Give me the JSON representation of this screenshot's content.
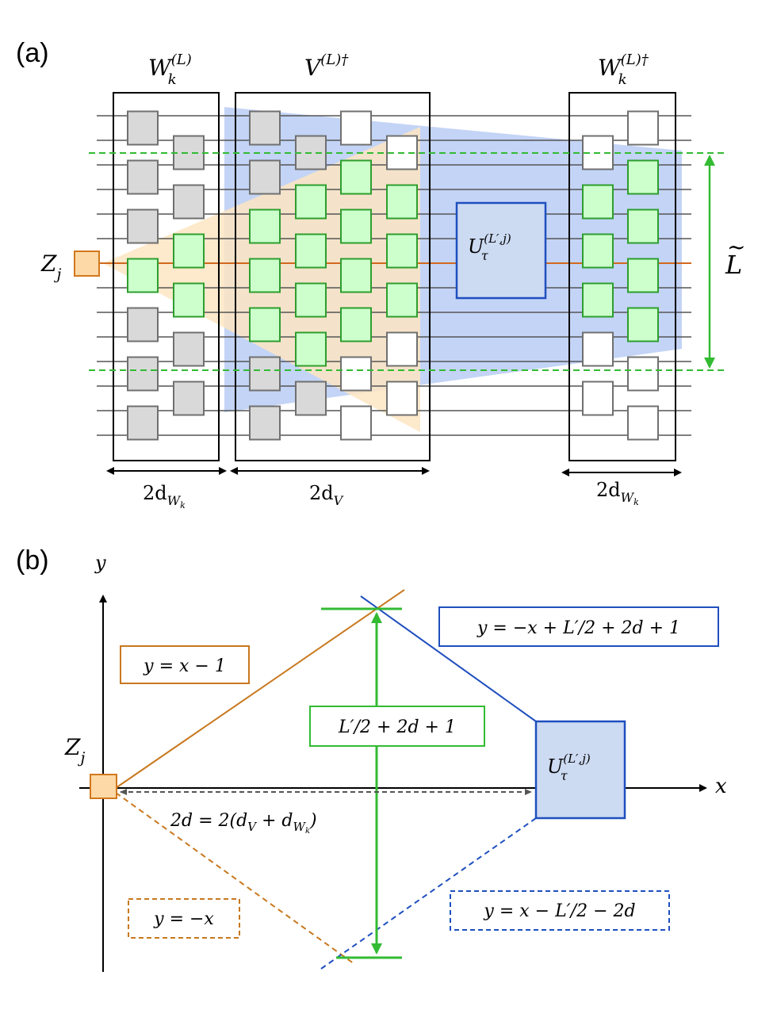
{
  "panel_a": {
    "label": "(a)",
    "titles": {
      "wk": {
        "main": "W",
        "sub": "k",
        "sup": "(L)"
      },
      "v": {
        "main": "V",
        "sup": "(L)†"
      },
      "wkdag": {
        "main": "W",
        "sub": "k",
        "sup": "(L)†"
      }
    },
    "zj": {
      "main": "Z",
      "sub": "j"
    },
    "u_box": {
      "main": "U",
      "sub": "τ",
      "sup": "(L′,j)"
    },
    "l_tilde": "L",
    "widths": {
      "wk": {
        "main": "2d",
        "sub": "W",
        "subsub": "k"
      },
      "v": {
        "main": "2d",
        "sub": "V"
      },
      "wkdag": {
        "main": "2d",
        "sub": "W",
        "subsub": "k"
      }
    },
    "colors": {
      "gray_gate": "#d9d9d9",
      "green_gate": "#ccffcc",
      "green_edge": "#2e9e2e",
      "orange_cone": "#fde5c2",
      "blue_cone": "#b9cdf5",
      "u_fill": "#ccdaf2",
      "u_edge": "#1f4fbf",
      "orange_line": "#d2691e",
      "green_dash": "#33bb33"
    }
  },
  "panel_b": {
    "label": "(b)",
    "axis_x": "x",
    "axis_y": "y",
    "zj": {
      "main": "Z",
      "sub": "j"
    },
    "u_box": {
      "main": "U",
      "sub": "τ",
      "sup": "(L′,j)"
    },
    "labels": {
      "orange_solid": "y = x − 1",
      "orange_dashed": "y = −x",
      "blue_solid": "y = −x + L′/2 + 2d + 1",
      "blue_dashed": "y = x − L′/2 − 2d",
      "height": "L′/2 + 2d + 1",
      "distance_main": "2d = 2(d",
      "distance_sub1": "V",
      "distance_mid": " + d",
      "distance_sub2": "W",
      "distance_subsub2": "k",
      "distance_end": ")"
    },
    "colors": {
      "orange": "#c8781e",
      "blue": "#1f4fbf",
      "green": "#33bb33",
      "gray": "#555555"
    }
  }
}
